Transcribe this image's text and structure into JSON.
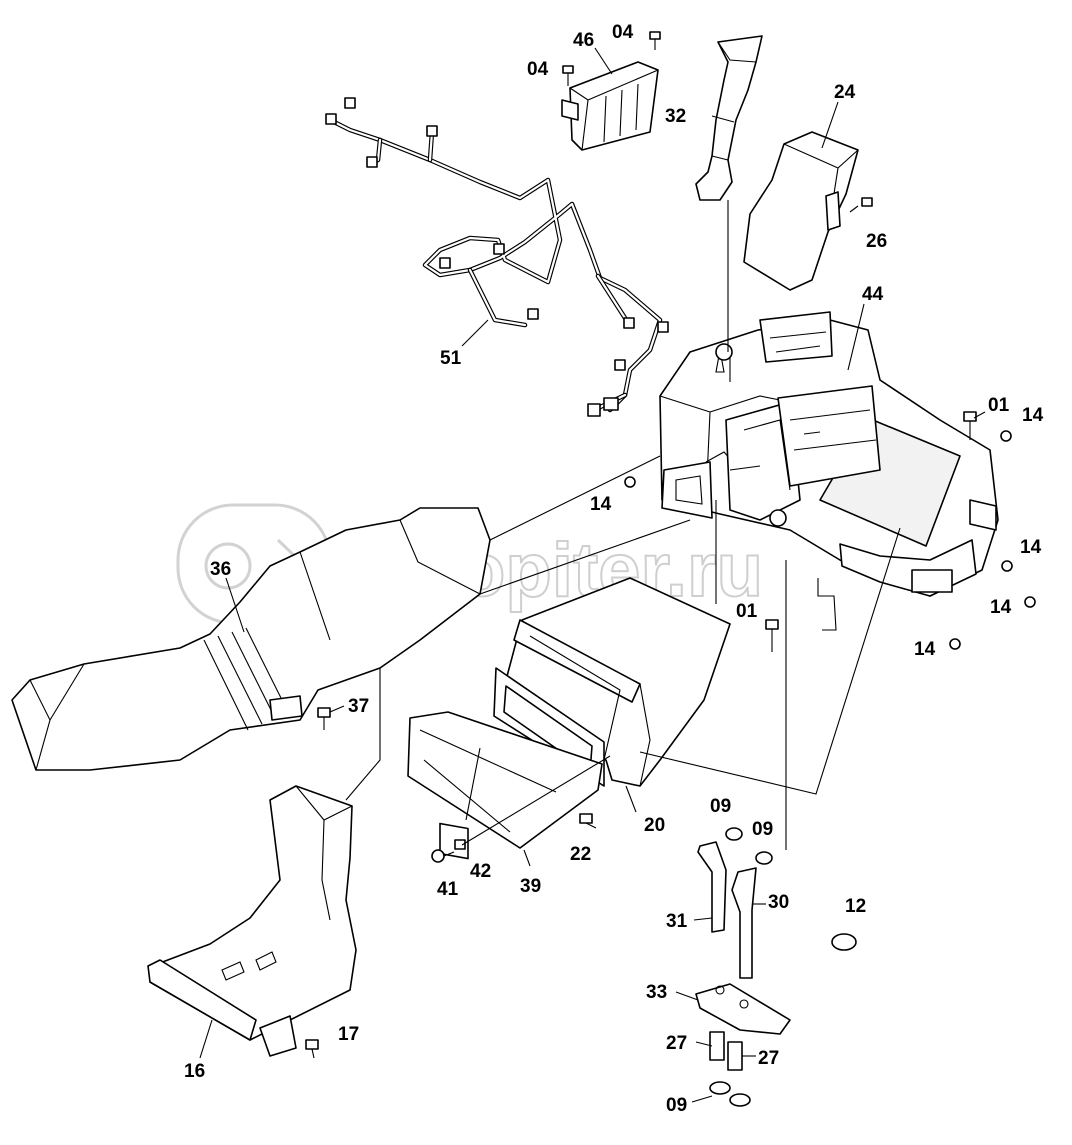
{
  "watermark": {
    "text": "autopiter.ru"
  },
  "callouts": {
    "c01a": "01",
    "c01b": "01",
    "c04a": "04",
    "c04b": "04",
    "c09a": "09",
    "c09b": "09",
    "c09c": "09",
    "c12": "12",
    "c14a": "14",
    "c14b": "14",
    "c14c": "14",
    "c14d": "14",
    "c14e": "14",
    "c16": "16",
    "c17": "17",
    "c20": "20",
    "c22": "22",
    "c24": "24",
    "c26": "26",
    "c27a": "27",
    "c27b": "27",
    "c30": "30",
    "c31": "31",
    "c32": "32",
    "c33": "33",
    "c36": "36",
    "c37": "37",
    "c39": "39",
    "c41": "41",
    "c42": "42",
    "c44": "44",
    "c46": "46",
    "c51": "51"
  }
}
